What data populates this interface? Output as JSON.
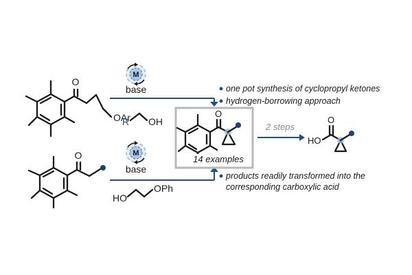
{
  "catalyst": {
    "metal": "M",
    "reagent": "base"
  },
  "top_reaction": {
    "substrate_label": "OAr",
    "reagent_R": "R",
    "reagent_OH": "OH"
  },
  "bottom_reaction": {
    "reagent_left": "HO",
    "reagent_right": "OPh"
  },
  "product": {
    "examples_label": "14 examples"
  },
  "conversion": {
    "steps_label": "2 steps",
    "acid_label": "HO"
  },
  "highlights": [
    {
      "text": "one pot synthesis of cyclopropyl ketones"
    },
    {
      "text": "hydrogen-borrowing approach"
    },
    {
      "text": "products readily transformed into the",
      "text_line2": "corresponding carboxylic acid"
    }
  ],
  "colors": {
    "arrow": "#1f4e8c",
    "accent": "#1f4e8c",
    "catalyst": "#a9c9ec",
    "box": "#b8b8b8"
  }
}
